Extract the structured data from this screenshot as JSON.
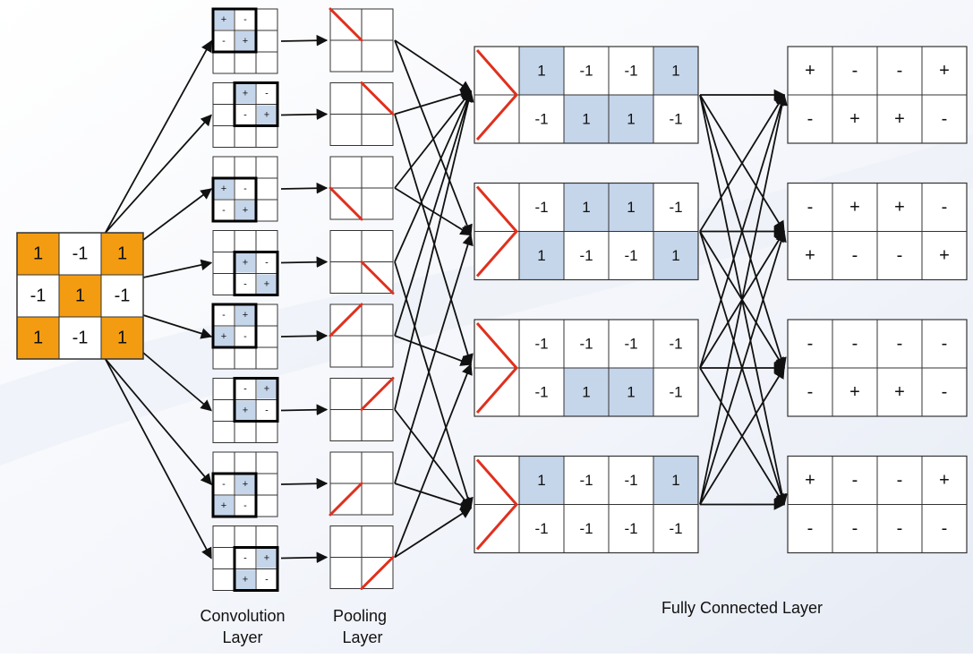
{
  "colors": {
    "highlight_orange": "#f39c12",
    "highlight_blue": "#c5d5ea",
    "line_red": "#e0301e",
    "grid_black": "#111111"
  },
  "input": {
    "cells": [
      [
        "1",
        "-1",
        "1"
      ],
      [
        "-1",
        "1",
        "-1"
      ],
      [
        "1",
        "-1",
        "1"
      ]
    ],
    "highlight": [
      [
        1,
        0,
        1
      ],
      [
        0,
        1,
        0
      ],
      [
        1,
        0,
        1
      ]
    ]
  },
  "conv_layer": {
    "label_line1": "Convolution",
    "label_line2": "Layer",
    "filters": [
      {
        "window": [
          0,
          0
        ],
        "signs": [
          [
            "+",
            "-"
          ],
          [
            "-",
            "+"
          ]
        ],
        "shade": [
          [
            1,
            0
          ],
          [
            0,
            1
          ]
        ]
      },
      {
        "window": [
          0,
          1
        ],
        "signs": [
          [
            "+",
            "-"
          ],
          [
            "-",
            "+"
          ]
        ],
        "shade": [
          [
            1,
            0
          ],
          [
            0,
            1
          ]
        ]
      },
      {
        "window": [
          1,
          0
        ],
        "signs": [
          [
            "+",
            "-"
          ],
          [
            "-",
            "+"
          ]
        ],
        "shade": [
          [
            1,
            0
          ],
          [
            0,
            1
          ]
        ]
      },
      {
        "window": [
          1,
          1
        ],
        "signs": [
          [
            "+",
            "-"
          ],
          [
            "-",
            "+"
          ]
        ],
        "shade": [
          [
            1,
            0
          ],
          [
            0,
            1
          ]
        ]
      },
      {
        "window": [
          0,
          0
        ],
        "signs": [
          [
            "-",
            "+"
          ],
          [
            "+",
            "-"
          ]
        ],
        "shade": [
          [
            0,
            1
          ],
          [
            1,
            0
          ]
        ]
      },
      {
        "window": [
          0,
          1
        ],
        "signs": [
          [
            "-",
            "+"
          ],
          [
            "+",
            "-"
          ]
        ],
        "shade": [
          [
            0,
            1
          ],
          [
            1,
            0
          ]
        ]
      },
      {
        "window": [
          1,
          0
        ],
        "signs": [
          [
            "-",
            "+"
          ],
          [
            "+",
            "-"
          ]
        ],
        "shade": [
          [
            0,
            1
          ],
          [
            1,
            0
          ]
        ]
      },
      {
        "window": [
          1,
          1
        ],
        "signs": [
          [
            "-",
            "+"
          ],
          [
            "+",
            "-"
          ]
        ],
        "shade": [
          [
            0,
            1
          ],
          [
            1,
            0
          ]
        ]
      }
    ]
  },
  "pool_layer": {
    "label_line1": "Pooling",
    "label_line2": "Layer",
    "cells": [
      {
        "cell": [
          0,
          0
        ],
        "dir": "down"
      },
      {
        "cell": [
          0,
          1
        ],
        "dir": "down"
      },
      {
        "cell": [
          1,
          0
        ],
        "dir": "down"
      },
      {
        "cell": [
          1,
          1
        ],
        "dir": "down"
      },
      {
        "cell": [
          0,
          0
        ],
        "dir": "up"
      },
      {
        "cell": [
          0,
          1
        ],
        "dir": "up"
      },
      {
        "cell": [
          1,
          0
        ],
        "dir": "up"
      },
      {
        "cell": [
          1,
          1
        ],
        "dir": "up"
      }
    ]
  },
  "fc_blocks": [
    {
      "rows": [
        [
          "1",
          "-1",
          "-1",
          "1"
        ],
        [
          "-1",
          "1",
          "1",
          "-1"
        ]
      ],
      "shade": [
        [
          1,
          0,
          0,
          1
        ],
        [
          0,
          1,
          1,
          0
        ]
      ]
    },
    {
      "rows": [
        [
          "-1",
          "1",
          "1",
          "-1"
        ],
        [
          "1",
          "-1",
          "-1",
          "1"
        ]
      ],
      "shade": [
        [
          0,
          1,
          1,
          0
        ],
        [
          1,
          0,
          0,
          1
        ]
      ]
    },
    {
      "rows": [
        [
          "-1",
          "-1",
          "-1",
          "-1"
        ],
        [
          "-1",
          "1",
          "1",
          "-1"
        ]
      ],
      "shade": [
        [
          0,
          0,
          0,
          0
        ],
        [
          0,
          1,
          1,
          0
        ]
      ]
    },
    {
      "rows": [
        [
          "1",
          "-1",
          "-1",
          "1"
        ],
        [
          "-1",
          "-1",
          "-1",
          "-1"
        ]
      ],
      "shade": [
        [
          1,
          0,
          0,
          1
        ],
        [
          0,
          0,
          0,
          0
        ]
      ]
    }
  ],
  "output_blocks": [
    [
      [
        "+",
        "-",
        "-",
        "+"
      ],
      [
        "-",
        "+",
        "+",
        "-"
      ]
    ],
    [
      [
        "-",
        "+",
        "+",
        "-"
      ],
      [
        "+",
        "-",
        "-",
        "+"
      ]
    ],
    [
      [
        "-",
        "-",
        "-",
        "-"
      ],
      [
        "-",
        "+",
        "+",
        "-"
      ]
    ],
    [
      [
        "+",
        "-",
        "-",
        "+"
      ],
      [
        "-",
        "-",
        "-",
        "-"
      ]
    ]
  ],
  "fc_label": "Fully Connected Layer"
}
